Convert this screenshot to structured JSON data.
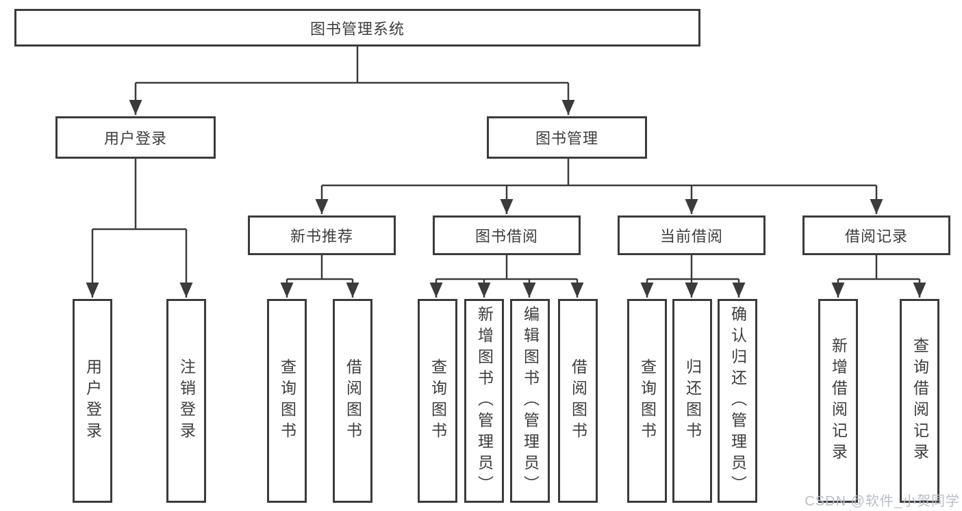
{
  "diagram": {
    "root": "图书管理系统",
    "branches": [
      {
        "label": "用户登录",
        "children": [
          {
            "label": "用户登录"
          },
          {
            "label": "注销登录"
          }
        ]
      },
      {
        "label": "图书管理",
        "children": [
          {
            "label": "新书推荐",
            "children": [
              {
                "label": "查询图书"
              },
              {
                "label": "借阅图书"
              }
            ]
          },
          {
            "label": "图书借阅",
            "children": [
              {
                "label": "查询图书"
              },
              {
                "label": "新增图书（管理员）"
              },
              {
                "label": "编辑图书（管理员）"
              },
              {
                "label": "借阅图书"
              }
            ]
          },
          {
            "label": "当前借阅",
            "children": [
              {
                "label": "查询图书"
              },
              {
                "label": "归还图书"
              },
              {
                "label": "确认归还（管理员）"
              }
            ]
          },
          {
            "label": "借阅记录",
            "children": [
              {
                "label": "新增借阅记录"
              },
              {
                "label": "查询借阅记录"
              }
            ]
          }
        ]
      }
    ]
  },
  "watermark": {
    "text": "CSDN @软件_小贺同学"
  },
  "colors": {
    "line": "#3b3b3b",
    "text": "#3d3d3d",
    "box_background": "#ffffff",
    "watermark": "#b9bec6",
    "page_background": "#ffffff"
  }
}
